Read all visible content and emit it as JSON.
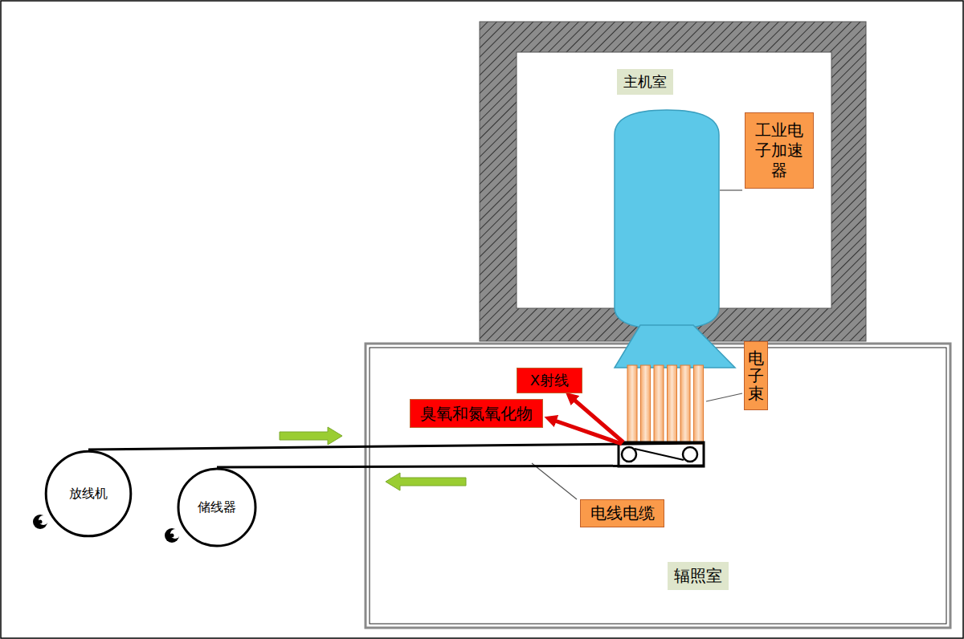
{
  "diagram": {
    "nodes": [
      {
        "text": [
          "主机室"
        ]
      },
      {
        "text": [
          "工业电子加速器"
        ],
        "in": 0
      },
      {
        "text": [
          "电子束"
        ]
      },
      {
        "text": [
          "辐照室"
        ]
      },
      {
        "text": [
          "X射线"
        ],
        "in": 3
      },
      {
        "text": [
          "臭氧和氮氧化物"
        ],
        "in": 3
      },
      {
        "text": [
          "电线电缆"
        ],
        "in": 3
      },
      {
        "text": [
          "放线机"
        ]
      },
      {
        "text": [
          "储线器"
        ]
      }
    ]
  }
}
